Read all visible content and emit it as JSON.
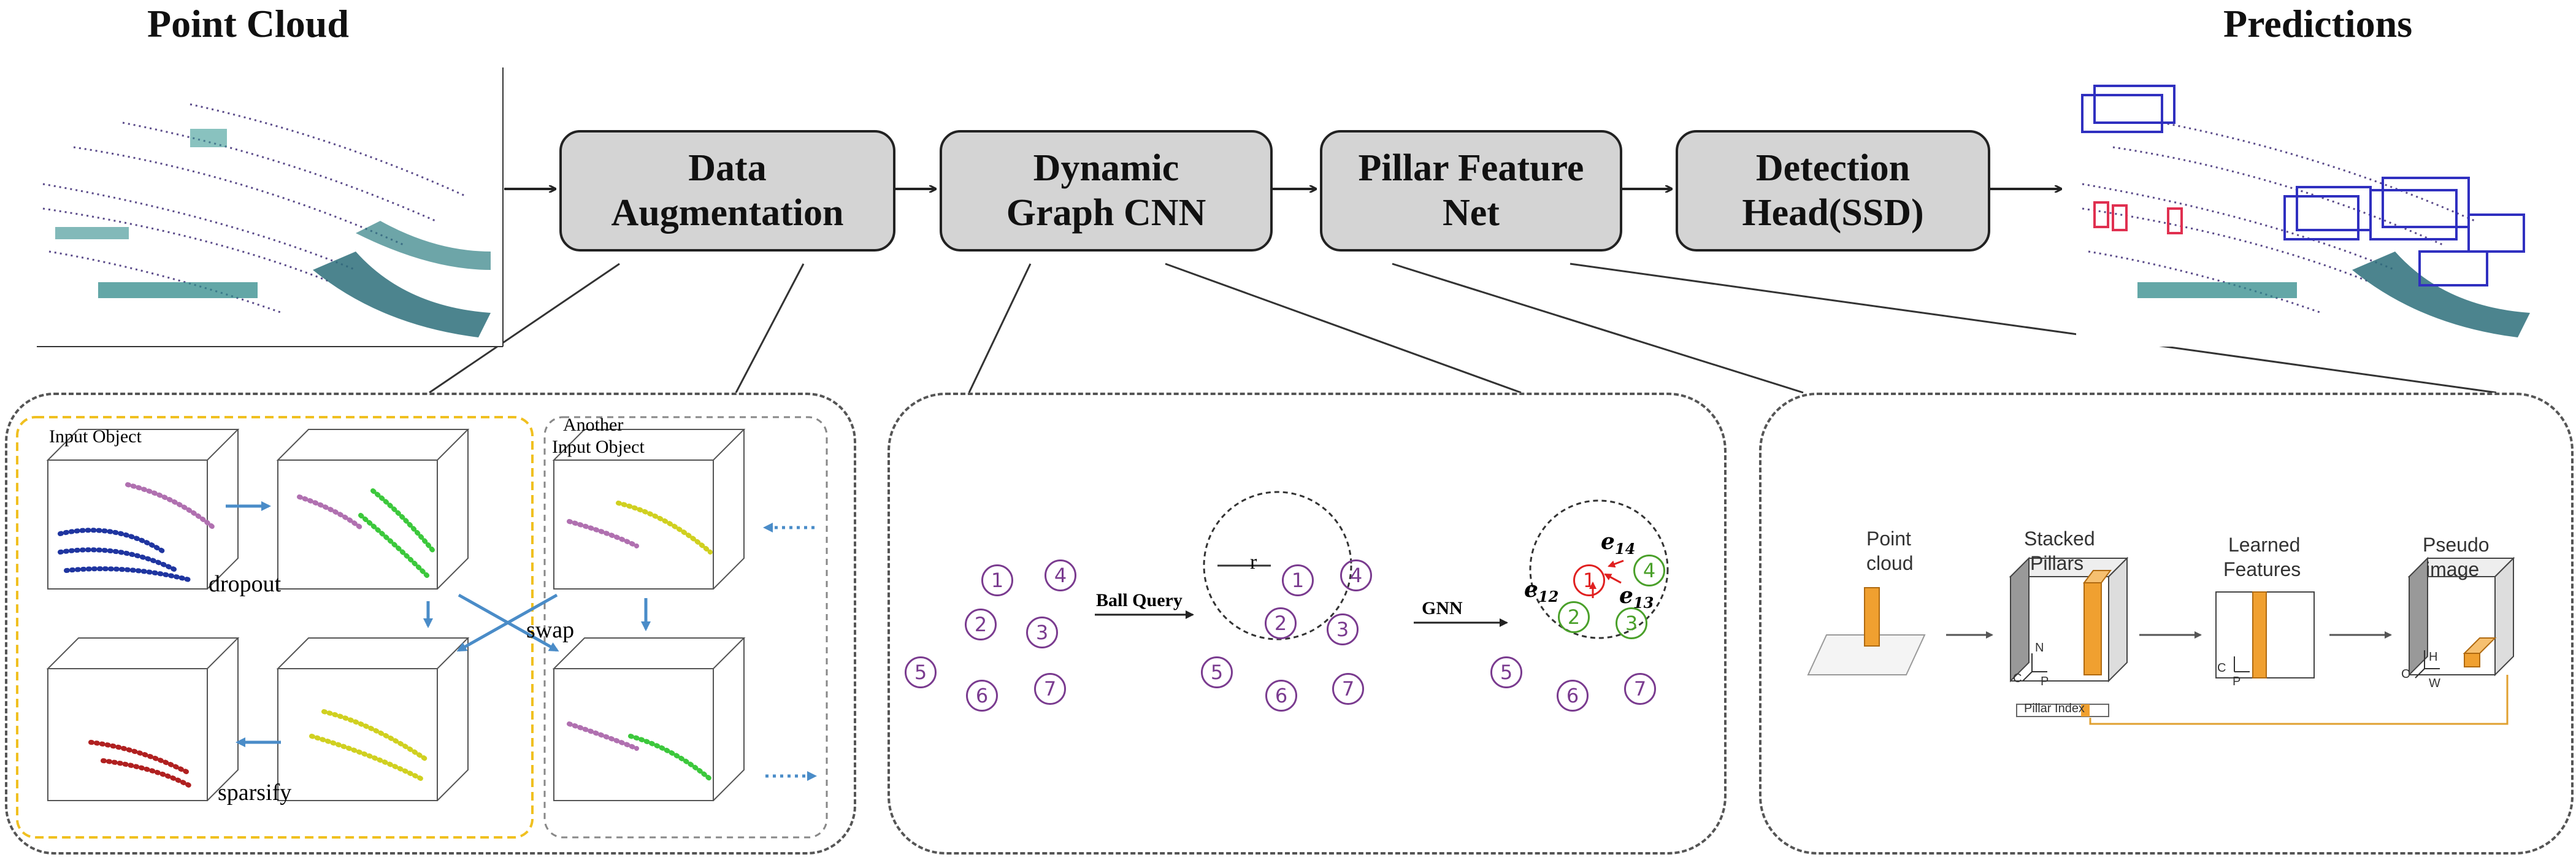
{
  "titles": {
    "input": "Point Cloud",
    "output": "Predictions"
  },
  "stages": [
    {
      "line1": "Data",
      "line2": "Augmentation"
    },
    {
      "line1": "Dynamic",
      "line2": "Graph CNN"
    },
    {
      "line1": "Pillar Feature",
      "line2": "Net"
    },
    {
      "line1": "Detection",
      "line2": "Head(SSD)"
    }
  ],
  "augmentation": {
    "input_object": "Input Object",
    "another_object_line1": "Another",
    "another_object_line2": "Input Object",
    "dropout": "dropout",
    "swap": "swap",
    "sparsify": "sparsify"
  },
  "graph": {
    "ball_query": "Ball Query",
    "gnn": "GNN",
    "radius": "r",
    "nodes": [
      "1",
      "2",
      "3",
      "4",
      "5",
      "6",
      "7"
    ],
    "edges": {
      "e12": "e",
      "e12_sub": "12",
      "e13": "e",
      "e13_sub": "13",
      "e14": "e",
      "e14_sub": "14"
    }
  },
  "pillar": {
    "point_cloud_1": "Point",
    "point_cloud_2": "cloud",
    "stacked_1": "Stacked",
    "stacked_2": "Pillars",
    "learned_1": "Learned",
    "learned_2": "Features",
    "pseudo_1": "Pseudo",
    "pseudo_2": "image",
    "pillar_index": "Pillar Index",
    "axis_n": "N",
    "axis_c": "C",
    "axis_p": "P",
    "axis_h": "H",
    "axis_w": "W"
  },
  "colors": {
    "stage_fill": "#d4d4d4",
    "node": "#7a3b8f",
    "highlight_red": "#e02020",
    "highlight_green": "#4aa02a",
    "pillar_orange": "#f0a030",
    "augment_border": "#f0c020",
    "arrow_blue": "#4a8cc8"
  }
}
